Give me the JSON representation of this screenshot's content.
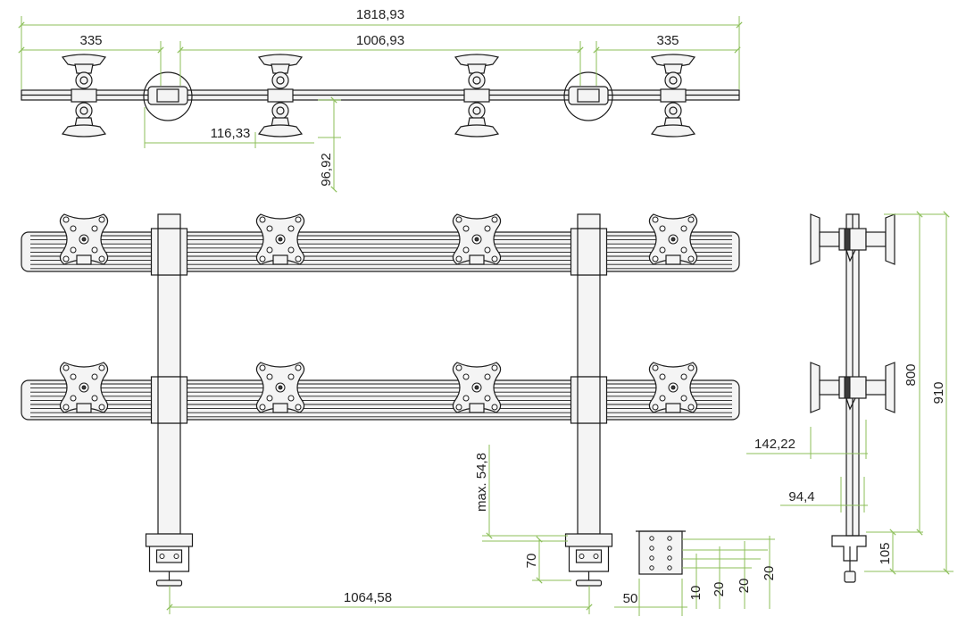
{
  "dimensions": {
    "total_width": "1818,93",
    "left_offset": "335",
    "center_span": "1006,93",
    "right_offset": "335",
    "clamp_offset": "116,33",
    "arm_depth": "96,92",
    "max_desk": "max. 54,8",
    "clamp_height": "70",
    "pole_spacing": "1064,58",
    "plate_width": "50",
    "plate_row_1": "10",
    "plate_row_2": "20",
    "plate_row_3": "20",
    "plate_row_4": "20",
    "side_142": "142,22",
    "side_94": "94,4",
    "side_105": "105",
    "side_800": "800",
    "side_910": "910"
  },
  "colors": {
    "dimension_line": "#8cbf5a",
    "ink": "#1c1c1c"
  }
}
